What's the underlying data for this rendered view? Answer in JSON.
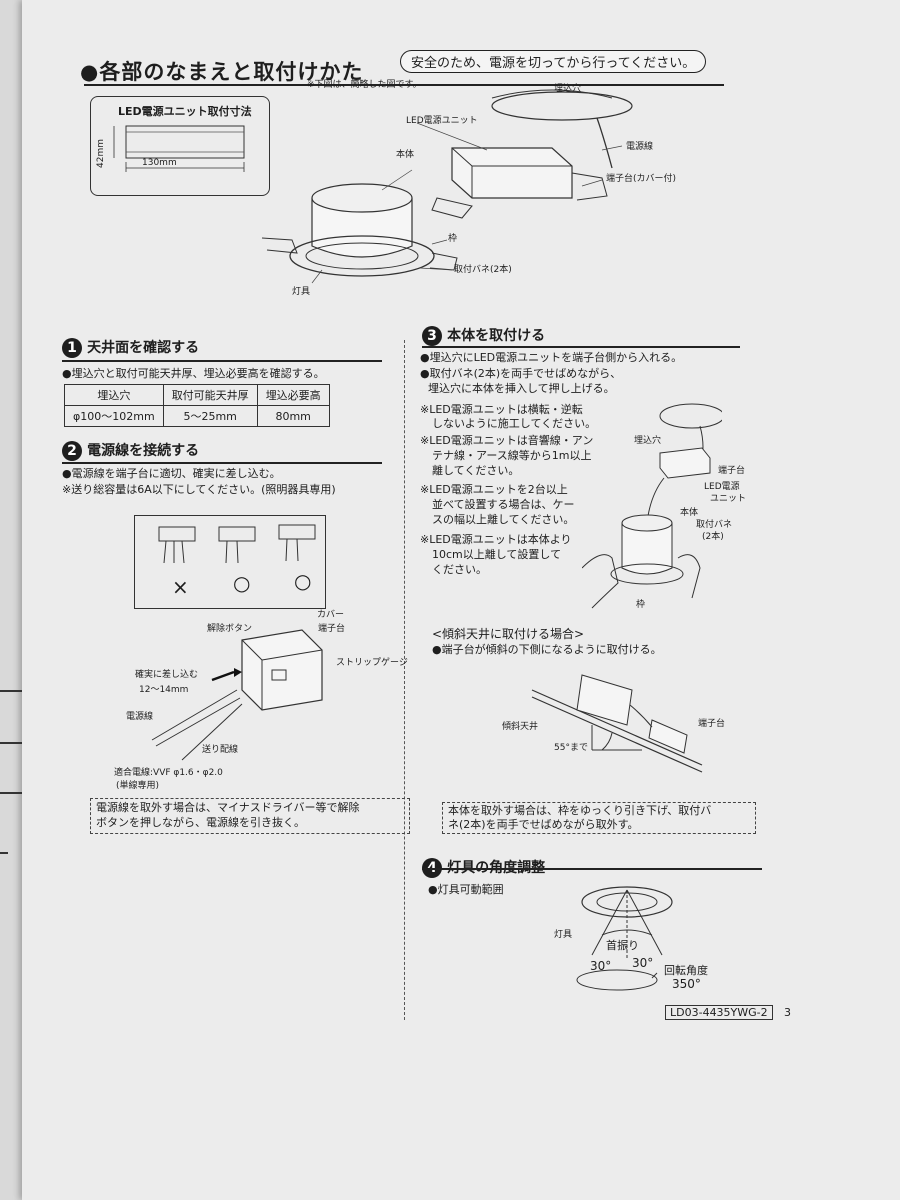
{
  "header": {
    "title": "●各部のなまえと取付けかた",
    "warning": "安全のため、電源を切ってから行ってください。",
    "note": "※下図は、簡略した図です。"
  },
  "dimensions": {
    "title": "LED電源ユニット取付寸法",
    "height_label": "42mm",
    "width_label": "130mm"
  },
  "parts": {
    "led_unit": "LED電源ユニット",
    "body": "本体",
    "frame": "枠",
    "spring": "取付バネ(2本)",
    "fixture": "灯具",
    "hole": "埋込穴",
    "cable": "電源線",
    "terminal": "端子台(カバー付)"
  },
  "section1": {
    "number": "1",
    "title": "天井面を確認する",
    "text": "●埋込穴と取付可能天井厚、埋込必要高を確認する。",
    "table": {
      "headers": [
        "埋込穴",
        "取付可能天井厚",
        "埋込必要高"
      ],
      "row": [
        "φ100〜102mm",
        "5〜25mm",
        "80mm"
      ]
    }
  },
  "section2": {
    "number": "2",
    "title": "電源線を接続する",
    "line1": "●電源線を端子台に適切、確実に差し込む。",
    "line2": "※送り総容量は6A以下にしてください。(照明器具専用)",
    "marks": [
      "×",
      "○",
      "○"
    ],
    "labels": {
      "release": "解除ボタン",
      "cover": "カバー",
      "terminal": "端子台",
      "strip": "ストリップゲージ",
      "insert": "確実に差し込む",
      "strip_len": "12〜14mm",
      "cable": "電源線",
      "feed": "送り配線",
      "wire1": "適合電線:VVF φ1.6・φ2.0",
      "wire2": "(単線専用)"
    },
    "note1": "電源線を取外す場合は、マイナスドライバー等で解除",
    "note2": "ボタンを押しながら、電源線を引き抜く。"
  },
  "section3": {
    "number": "3",
    "title": "本体を取付ける",
    "line1": "●埋込穴にLED電源ユニットを端子台側から入れる。",
    "line2": "●取付バネ(2本)を両手でせばめながら、",
    "line3": "埋込穴に本体を挿入して押し上げる。",
    "n1a": "※LED電源ユニットは横転・逆転",
    "n1b": "しないように施工してください。",
    "n2a": "※LED電源ユニットは音響線・アン",
    "n2b": "テナ線・アース線等から1m以上",
    "n2c": "離してください。",
    "n3a": "※LED電源ユニットを2台以上",
    "n3b": "並べて設置する場合は、ケー",
    "n3c": "スの幅以上離してください。",
    "n4a": "※LED電源ユニットは本体より",
    "n4b": "10cm以上離して設置して",
    "n4c": "ください。",
    "fig": {
      "hole": "埋込穴",
      "terminal": "端子台",
      "unit1": "LED電源",
      "unit2": "ユニット",
      "body": "本体",
      "spring1": "取付バネ",
      "spring2": "(2本)",
      "frame": "枠"
    },
    "slope_title": "<傾斜天井に取付ける場合>",
    "slope_text": "●端子台が傾斜の下側になるように取付ける。",
    "slope_fig": {
      "ceiling": "傾斜天井",
      "terminal": "端子台",
      "angle": "55°まで"
    },
    "remove1": "本体を取外す場合は、枠をゆっくり引き下げ、取付バ",
    "remove2": "ネ(2本)を両手でせばめながら取外す。"
  },
  "section4": {
    "number": "4",
    "title": "灯具の角度調整",
    "sub": "●灯具可動範囲",
    "fixture": "灯具",
    "swing": "首振り",
    "angle_l": "30°",
    "angle_r": "30°",
    "rot_label": "回転角度",
    "rot_value": "350°"
  },
  "footer": {
    "code": "LD03-4435YWG-2",
    "page": "3"
  }
}
